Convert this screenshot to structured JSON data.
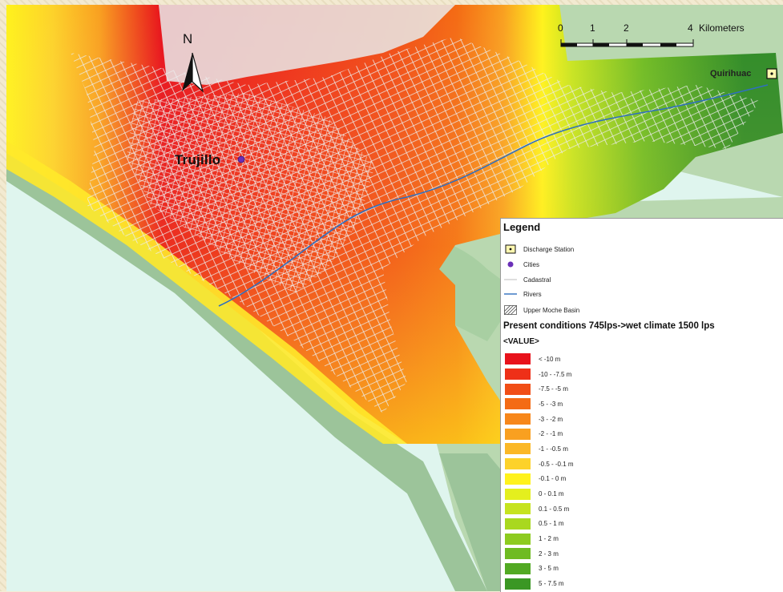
{
  "map": {
    "city": {
      "name": "Trujillo",
      "color": "#6a2fb8"
    },
    "north_arrow": {
      "label": "N"
    },
    "scale_bar": {
      "ticks": [
        "0",
        "1",
        "2",
        "4"
      ],
      "unit": "Kilometers"
    },
    "discharge_station": {
      "name": "Quirihuac"
    },
    "colors": {
      "sea": "#dff5ee",
      "coast_band": "#9cc49a",
      "hills": "#b9d8b0",
      "urban_grey": "#d6d6d6",
      "river": "#2f6fbf"
    }
  },
  "legend": {
    "title": "Legend",
    "symbols": [
      {
        "icon": "discharge-station-icon",
        "label": "Discharge Station"
      },
      {
        "icon": "city-dot-icon",
        "label": "Cities"
      },
      {
        "icon": "cadastral-line-icon",
        "label": "Cadastral"
      },
      {
        "icon": "river-line-icon",
        "label": "Rivers"
      },
      {
        "icon": "hatched-basin-icon",
        "label": "Upper Moche Basin"
      }
    ],
    "raster_title": "Present conditions 745lps->wet climate 1500 lps",
    "value_field": "<VALUE>",
    "classes": [
      {
        "label": "< -10 m",
        "color": "#e8121b"
      },
      {
        "label": "-10 - -7.5 m",
        "color": "#ee3018"
      },
      {
        "label": "-7.5 - -5 m",
        "color": "#f14e16"
      },
      {
        "label": "-5 - -3 m",
        "color": "#f46b14"
      },
      {
        "label": "-3 - -2 m",
        "color": "#f7871a"
      },
      {
        "label": "-2 - -1 m",
        "color": "#f9a020"
      },
      {
        "label": "-1 - -0.5 m",
        "color": "#fbb826"
      },
      {
        "label": "-0.5 - -0.1 m",
        "color": "#fdd22a"
      },
      {
        "label": "-0.1 - 0 m",
        "color": "#fff21c"
      },
      {
        "label": "0 - 0.1 m",
        "color": "#e4ef1e"
      },
      {
        "label": "0.1 - 0.5 m",
        "color": "#c6e31f"
      },
      {
        "label": "0.5 - 1 m",
        "color": "#a9d81f"
      },
      {
        "label": "1 - 2 m",
        "color": "#8dcb20"
      },
      {
        "label": "2 - 3 m",
        "color": "#6fbb22"
      },
      {
        "label": "3 - 5 m",
        "color": "#52a923"
      },
      {
        "label": "5 - 7.5 m",
        "color": "#3b9724"
      }
    ]
  }
}
